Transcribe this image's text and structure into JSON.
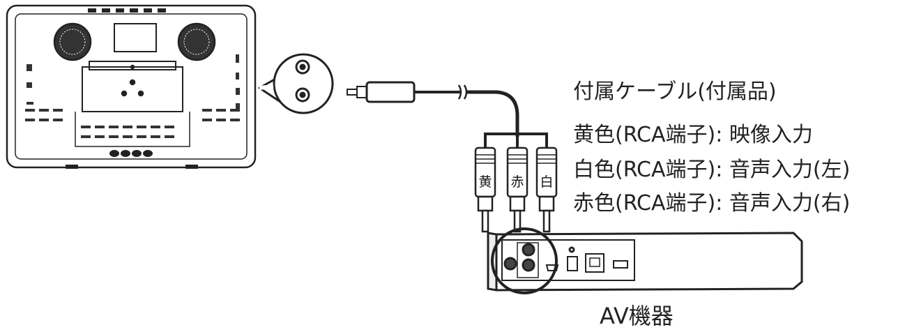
{
  "cable_title": "付属ケーブル(付属品)",
  "specs": [
    "黄色(RCA端子): 映像入力",
    "白色(RCA端子): 音声入力(左)",
    "赤色(RCA端子): 音声入力(右)"
  ],
  "plugs": [
    "黄",
    "赤",
    "白"
  ],
  "av_device_label": "AV機器",
  "colors": {
    "line": "#222222",
    "background": "#ffffff"
  }
}
